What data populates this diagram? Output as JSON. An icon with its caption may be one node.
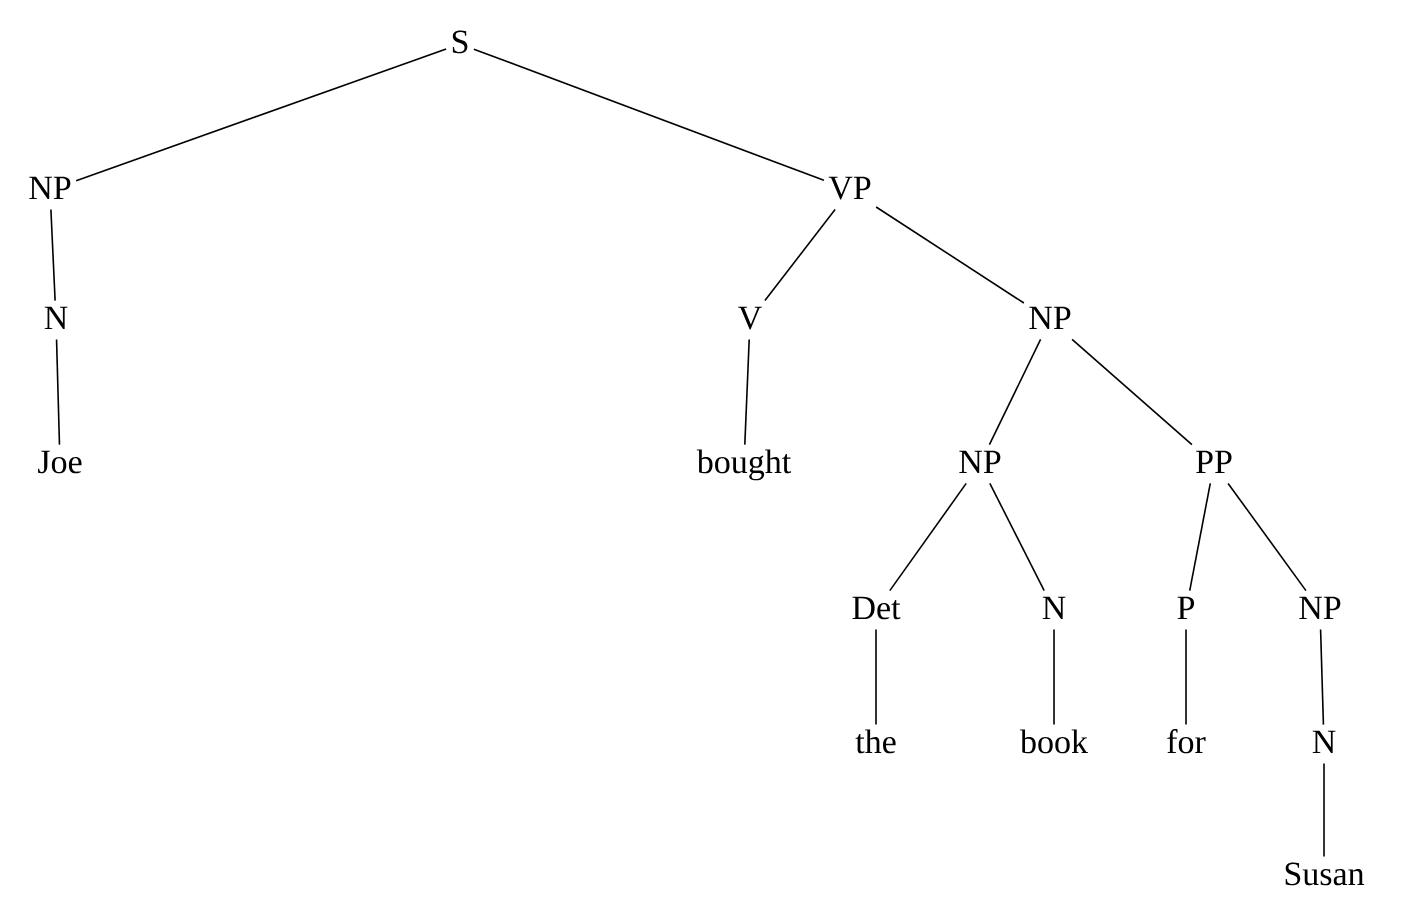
{
  "diagram": {
    "nodes": [
      {
        "text": [
          "S"
        ]
      },
      {
        "text": [
          "NP"
        ]
      },
      {
        "text": [
          "VP"
        ]
      },
      {
        "text": [
          "N"
        ]
      },
      {
        "text": [
          "Joe"
        ]
      },
      {
        "text": [
          "V"
        ]
      },
      {
        "text": [
          "NP"
        ]
      },
      {
        "text": [
          "bought"
        ]
      },
      {
        "text": [
          "NP"
        ]
      },
      {
        "text": [
          "PP"
        ]
      },
      {
        "text": [
          "Det"
        ]
      },
      {
        "text": [
          "N"
        ]
      },
      {
        "text": [
          "P"
        ]
      },
      {
        "text": [
          "NP"
        ]
      },
      {
        "text": [
          "the"
        ]
      },
      {
        "text": [
          "book"
        ]
      },
      {
        "text": [
          "for"
        ]
      },
      {
        "text": [
          "N"
        ]
      },
      {
        "text": [
          "Susan"
        ]
      }
    ],
    "edges": [
      {
        "from": 0,
        "to": 1,
        "arrow": "none"
      },
      {
        "from": 0,
        "to": 2,
        "arrow": "none"
      },
      {
        "from": 1,
        "to": 3,
        "arrow": "none"
      },
      {
        "from": 3,
        "to": 4,
        "arrow": "none"
      },
      {
        "from": 2,
        "to": 5,
        "arrow": "none"
      },
      {
        "from": 2,
        "to": 6,
        "arrow": "none"
      },
      {
        "from": 5,
        "to": 7,
        "arrow": "none"
      },
      {
        "from": 6,
        "to": 8,
        "arrow": "none"
      },
      {
        "from": 6,
        "to": 9,
        "arrow": "none"
      },
      {
        "from": 8,
        "to": 10,
        "arrow": "none"
      },
      {
        "from": 8,
        "to": 11,
        "arrow": "none"
      },
      {
        "from": 9,
        "to": 12,
        "arrow": "none"
      },
      {
        "from": 9,
        "to": 13,
        "arrow": "none"
      },
      {
        "from": 10,
        "to": 14,
        "arrow": "none"
      },
      {
        "from": 11,
        "to": 15,
        "arrow": "none"
      },
      {
        "from": 12,
        "to": 16,
        "arrow": "none"
      },
      {
        "from": 13,
        "to": 17,
        "arrow": "none"
      },
      {
        "from": 17,
        "to": 18,
        "arrow": "none"
      }
    ]
  }
}
